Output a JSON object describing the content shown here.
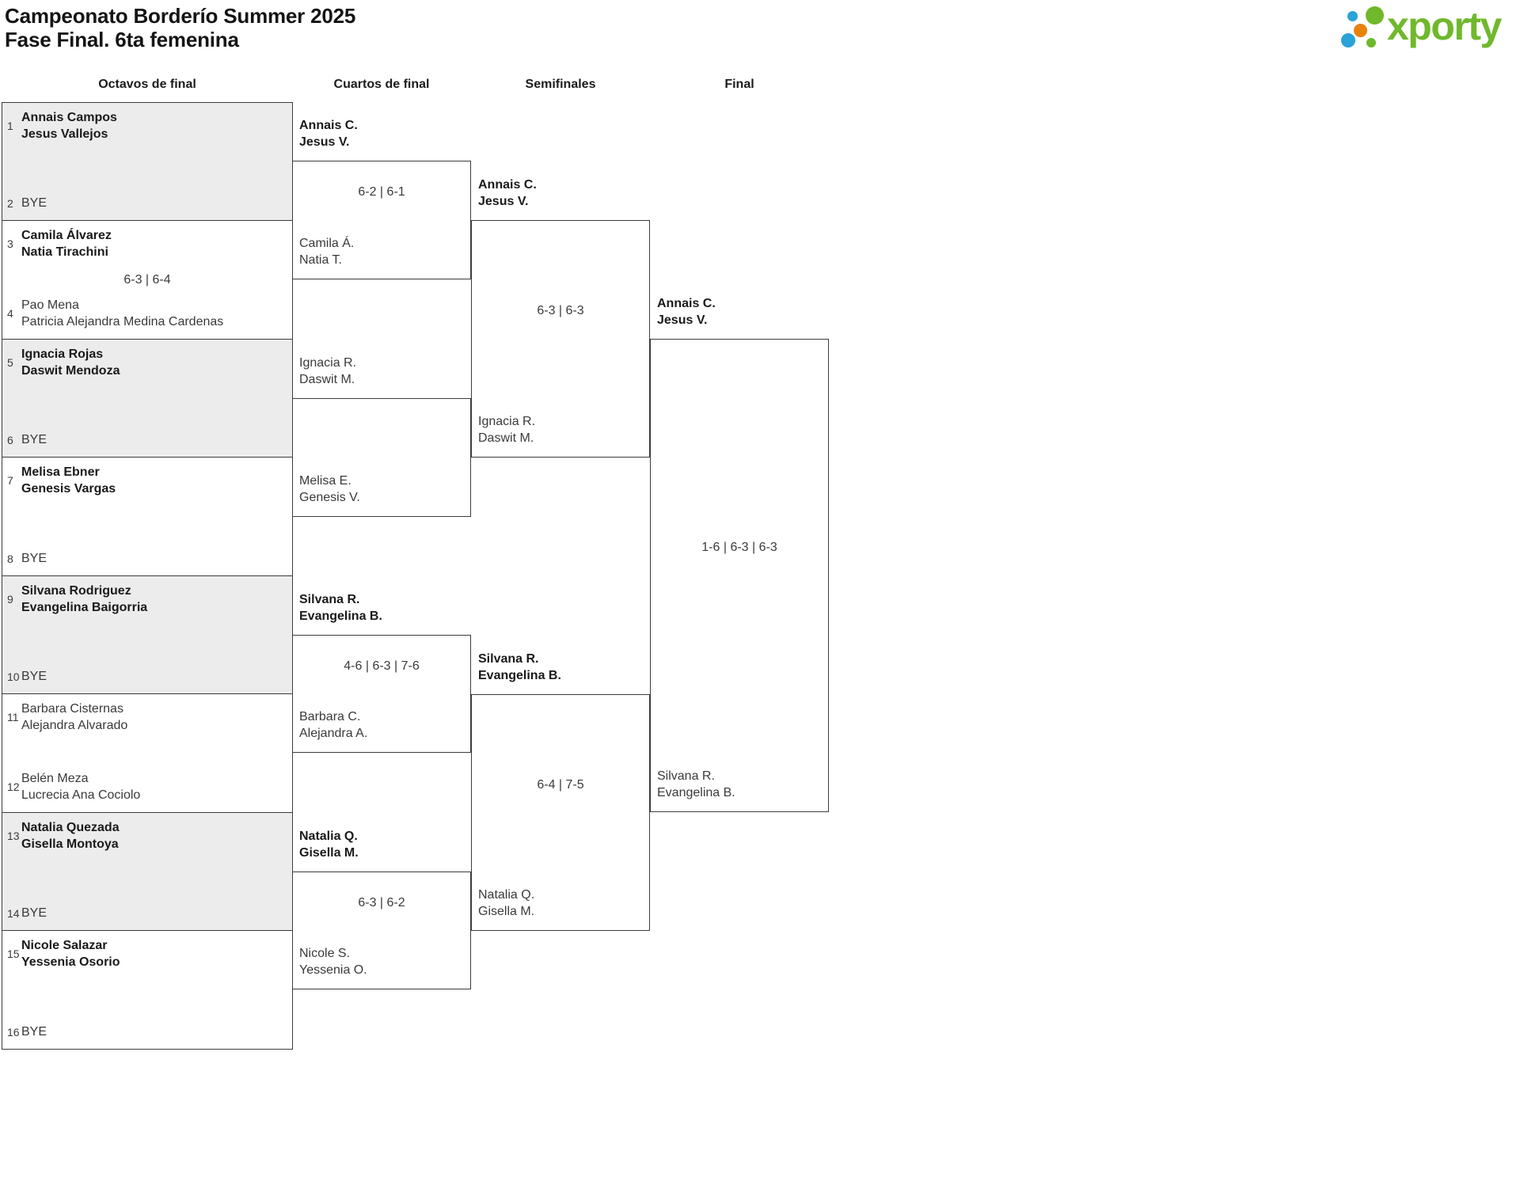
{
  "header": {
    "title_line1": "Campeonato Borderío Summer 2025",
    "title_line2": "Fase Final. 6ta femenina"
  },
  "logo": {
    "text": "xporty",
    "colors": {
      "green": "#70b82c",
      "blue": "#2aa3d8",
      "orange": "#e8820f"
    }
  },
  "colors": {
    "bye_box_fill": "#ececec",
    "line": "#3c3c3c"
  },
  "round_headers": {
    "r16": "Octavos de final",
    "qf": "Cuartos de final",
    "sf": "Semifinales",
    "final": "Final"
  },
  "r16_matches": [
    {
      "top": {
        "seed": "1",
        "line1": "Annais Campos",
        "line2": "Jesus Vallejos"
      },
      "bottom": {
        "seed": "2",
        "line1": "BYE"
      }
    },
    {
      "top": {
        "seed": "3",
        "line1": "Camila Álvarez",
        "line2": "Natia Tirachini"
      },
      "bottom": {
        "seed": "4",
        "line1": "Pao Mena",
        "line2": "Patricia Alejandra Medina Cardenas"
      },
      "score": "6-3 | 6-4"
    },
    {
      "top": {
        "seed": "5",
        "line1": "Ignacia Rojas",
        "line2": "Daswit Mendoza"
      },
      "bottom": {
        "seed": "6",
        "line1": "BYE"
      }
    },
    {
      "top": {
        "seed": "7",
        "line1": "Melisa Ebner",
        "line2": "Genesis Vargas"
      },
      "bottom": {
        "seed": "8",
        "line1": "BYE"
      }
    },
    {
      "top": {
        "seed": "9",
        "line1": "Silvana Rodriguez",
        "line2": "Evangelina Baigorria"
      },
      "bottom": {
        "seed": "10",
        "line1": "BYE"
      }
    },
    {
      "top": {
        "seed": "11",
        "line1": "Barbara Cisternas",
        "line2": "Alejandra Alvarado"
      },
      "bottom": {
        "seed": "12",
        "line1": "Belén Meza",
        "line2": "Lucrecia Ana Cociolo"
      }
    },
    {
      "top": {
        "seed": "13",
        "line1": "Natalia Quezada",
        "line2": "Gisella Montoya"
      },
      "bottom": {
        "seed": "14",
        "line1": "BYE"
      }
    },
    {
      "top": {
        "seed": "15",
        "line1": "Nicole Salazar",
        "line2": "Yessenia Osorio"
      },
      "bottom": {
        "seed": "16",
        "line1": "BYE"
      }
    }
  ],
  "qf_matches": [
    {
      "top": {
        "line1": "Annais C.",
        "line2": "Jesus V."
      },
      "bottom": {
        "line1": "Camila Á.",
        "line2": "Natia T."
      },
      "score": "6-2 | 6-1"
    },
    {
      "top": {
        "line1": "Ignacia R.",
        "line2": "Daswit M."
      },
      "bottom": {
        "line1": "Melisa E.",
        "line2": "Genesis V."
      }
    },
    {
      "top": {
        "line1": "Silvana R.",
        "line2": "Evangelina B."
      },
      "bottom": {
        "line1": "Barbara C.",
        "line2": "Alejandra A."
      },
      "score": "4-6 | 6-3 | 7-6"
    },
    {
      "top": {
        "line1": "Natalia Q.",
        "line2": "Gisella M."
      },
      "bottom": {
        "line1": "Nicole S.",
        "line2": "Yessenia O."
      },
      "score": "6-3 | 6-2"
    }
  ],
  "sf_matches": [
    {
      "top": {
        "line1": "Annais C.",
        "line2": "Jesus V."
      },
      "bottom": {
        "line1": "Ignacia R.",
        "line2": "Daswit M."
      },
      "score": "6-3 | 6-3"
    },
    {
      "top": {
        "line1": "Silvana R.",
        "line2": "Evangelina B."
      },
      "bottom": {
        "line1": "Natalia Q.",
        "line2": "Gisella M."
      },
      "score": "6-4 | 7-5"
    }
  ],
  "final_match": {
    "top": {
      "line1": "Annais C.",
      "line2": "Jesus V."
    },
    "bottom": {
      "line1": "Silvana R.",
      "line2": "Evangelina B."
    },
    "score": "1-6 | 6-3 | 6-3"
  }
}
